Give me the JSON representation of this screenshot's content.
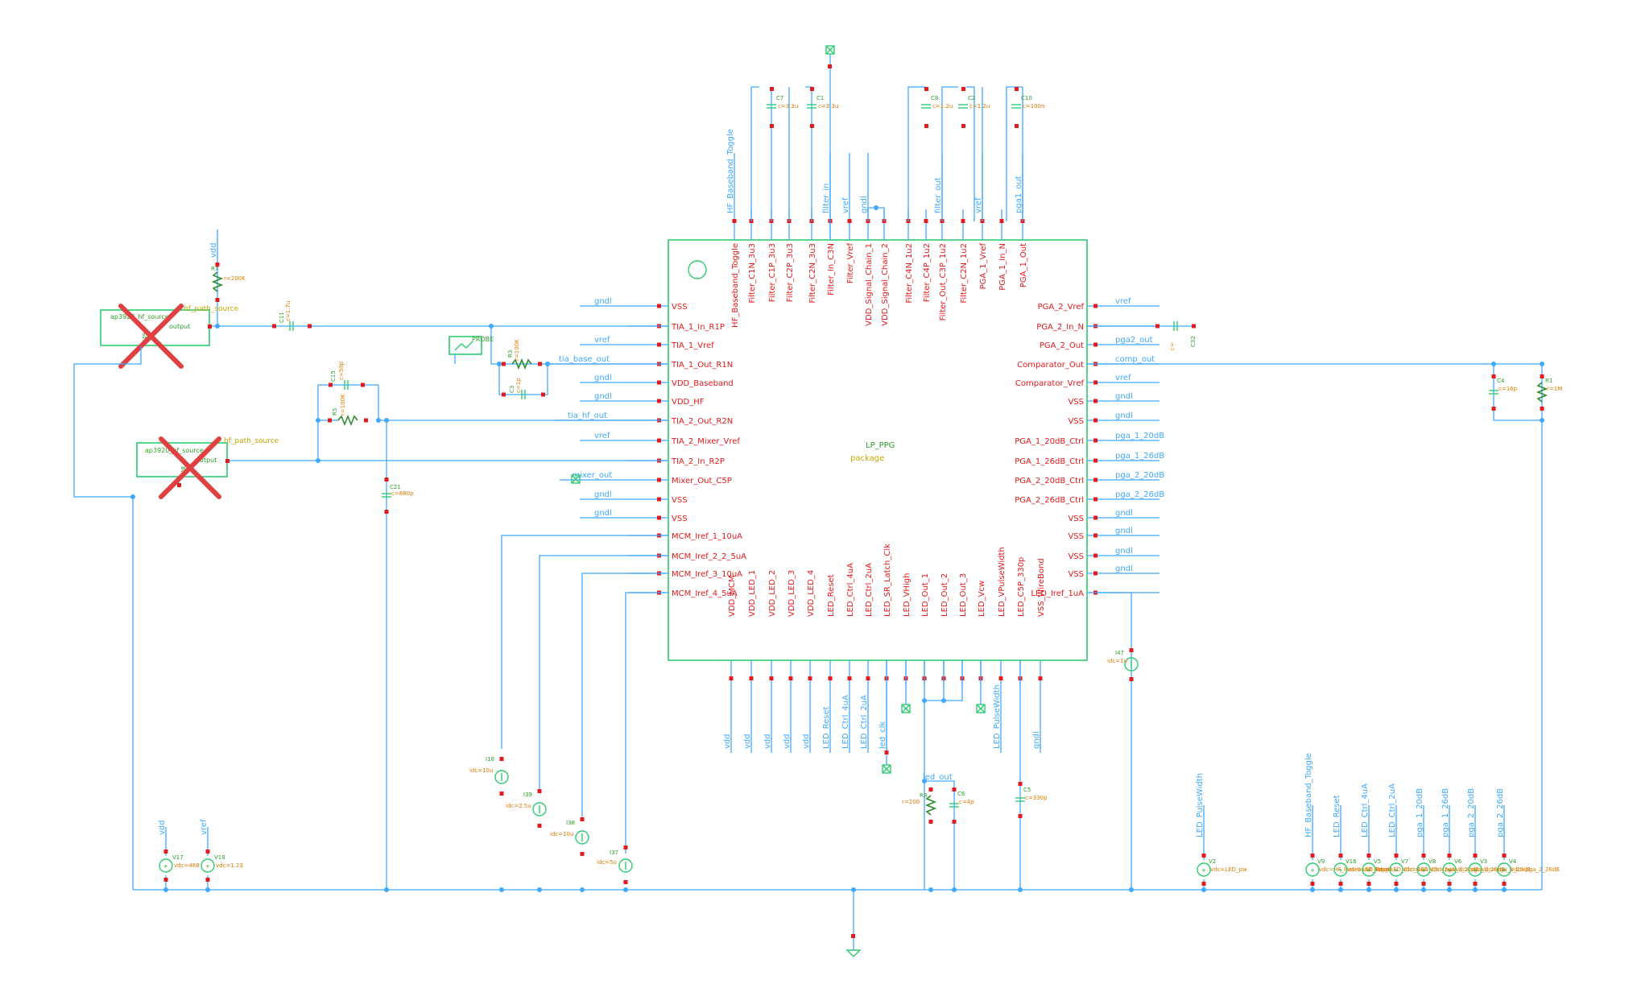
{
  "chip": {
    "name": "LP_PPG",
    "view": "package",
    "pins_left": [
      "VSS",
      "TIA_1_In_R1P",
      "TIA_1_Vref",
      "TIA_1_Out_R1N",
      "VDD_Baseband",
      "VDD_HF",
      "TIA_2_Out_R2N",
      "TIA_2_Mixer_Vref",
      "TIA_2_In_R2P",
      "Mixer_Out_C5P",
      "VSS",
      "VSS",
      "MCM_Iref_1_10uA",
      "MCM_Iref_2_2_5uA",
      "MCM_Iref_3_10uA",
      "MCM_Iref_4_5uA"
    ],
    "nets_left": [
      "gndl",
      "",
      "vref",
      "tia_base_out",
      "gndl",
      "gndl",
      "tia_hf_out",
      "vref",
      "",
      "mixer_out",
      "gndl",
      "gndl",
      "",
      "",
      "",
      ""
    ],
    "pins_right": [
      "PGA_2_Vref",
      "PGA_2_In_N",
      "PGA_2_Out",
      "Comparator_Out",
      "Comparator_Vref",
      "VSS",
      "VSS",
      "PGA_1_20dB_Ctrl",
      "PGA_1_26dB_Ctrl",
      "PGA_2_20dB_Ctrl",
      "PGA_2_26dB_Ctrl",
      "VSS",
      "VSS",
      "VSS",
      "VSS",
      "LED_Iref_1uA"
    ],
    "nets_right": [
      "vref",
      "",
      "pga2_out",
      "comp_out",
      "vref",
      "gndl",
      "gndl",
      "pga_1_20dB",
      "pga_1_26dB",
      "pga_2_20dB",
      "pga_2_26dB",
      "gndl",
      "gndl",
      "gndl",
      "gndl",
      ""
    ],
    "pins_top": [
      "HF_Baseband_Toggle",
      "Filter_C1N_3u3",
      "Filter_C1P_3u3",
      "Filter_C2P_3u3",
      "Filter_C2N_3u3",
      "Filter_In_C3N",
      "Filter_Vref",
      "VDD_Signal_Chain_1",
      "VDD_Signal_Chain_2",
      "Filter_C4N_1u2",
      "Filter_C4P_1u2",
      "Filter_Out_C3P_1u2",
      "Filter_C2N_1u2",
      "PGA_1_Vref",
      "PGA_1_In_N",
      "PGA_1_Out"
    ],
    "nets_top": [
      "HF_Baseband_Toggle",
      "",
      "",
      "",
      "",
      "filter_in",
      "vref",
      "gndl",
      "",
      "",
      "",
      "filter_out",
      "",
      "vref",
      "",
      "pga1_out"
    ],
    "pins_bottom": [
      "VDD_MCM",
      "VDD_LED_1",
      "VDD_LED_2",
      "VDD_LED_3",
      "VDD_LED_4",
      "LED_Reset",
      "LED_Ctrl_4uA",
      "LED_Ctrl_2uA",
      "LED_SR_Latch_Clk",
      "LED_VHigh",
      "LED_Out_1",
      "LED_Out_2",
      "LED_Out_3",
      "LED_Vcw",
      "LED_VPulseWidth",
      "LED_C5P_330p",
      "VSS_WireBond"
    ],
    "nets_bottom": [
      "vdd",
      "vdd",
      "vdd",
      "vdd",
      "vdd",
      "LED_Reset",
      "LED_Ctrl_4uA",
      "LED_Ctrl_2uA",
      "led_clk",
      "",
      "",
      "",
      "",
      "",
      "LED_PulseWidth",
      "",
      "gndl"
    ]
  },
  "top_caps": [
    {
      "name": "C7",
      "value": "c=3.3u"
    },
    {
      "name": "C1",
      "value": "c=3.3u"
    },
    {
      "name": "C8",
      "value": "c=1.2u"
    },
    {
      "name": "C2",
      "value": "c=1.2u"
    },
    {
      "name": "C10",
      "value": "c=100n"
    }
  ],
  "left_parts": {
    "r7": {
      "name": "R7",
      "value": "r=200K"
    },
    "c11": {
      "name": "C11",
      "value": "c=1.7u"
    },
    "r3": {
      "name": "R3",
      "value": "r=100K"
    },
    "c3": {
      "name": "C3",
      "value": "c=1p"
    },
    "c15": {
      "name": "C15",
      "value": "c=50p"
    },
    "r5": {
      "name": "R5",
      "value": "r=100K"
    },
    "c21": {
      "name": "C21",
      "value": "c=680p"
    },
    "probe": "PROBE",
    "vdd_net": "vdd"
  },
  "sources": [
    {
      "cell": "ap3920_hf_source",
      "port": "output",
      "net": "hf_path_source",
      "inst": "I49"
    },
    {
      "cell": "ap3920_hf_source",
      "port": "output",
      "net": "hf_path_source",
      "inst": "I48"
    }
  ],
  "right_parts": {
    "c4": {
      "name": "C4",
      "value": "c=16p"
    },
    "r1": {
      "name": "R1",
      "value": "r=1M"
    },
    "c32": {
      "name": "C32",
      "value": "c="
    }
  },
  "bottom_sources": [
    {
      "name": "V17",
      "value": "vdc=488",
      "net": "vdd"
    },
    {
      "name": "V18",
      "value": "vdc=1.23",
      "net": "vref"
    },
    {
      "name": "I18",
      "value": "idc=10u"
    },
    {
      "name": "I39",
      "value": "idc=2.5u"
    },
    {
      "name": "I38",
      "value": "idc=10u"
    },
    {
      "name": "I37",
      "value": "idc=5u"
    },
    {
      "name": "I47",
      "value": "idc=1u"
    }
  ],
  "led_parts": {
    "r8": {
      "name": "R8",
      "value": "r=200"
    },
    "c6": {
      "name": "C6",
      "value": "c=4p"
    },
    "c5": {
      "name": "C5",
      "value": "c=330p"
    },
    "led_out": "led_out"
  },
  "ctrl_sources": [
    {
      "name": "V2",
      "value": "vdc=LED_pw",
      "net": "LED_PulseWidth"
    },
    {
      "name": "V9",
      "value": "vdc=HF_Baseband_Toggle",
      "net": "HF_Baseband_Toggle"
    },
    {
      "name": "V16",
      "value": "vdc=LED_Reset",
      "net": "LED_Reset"
    },
    {
      "name": "V5",
      "value": "vdc=LED_Ctrl_4uA",
      "net": "LED_Ctrl_4uA"
    },
    {
      "name": "V7",
      "value": "vdc=LED_Ctrl_2uA",
      "net": "LED_Ctrl_2uA"
    },
    {
      "name": "V8",
      "value": "vdc=pga_1_20dB",
      "net": "pga_1_20dB"
    },
    {
      "name": "V6",
      "value": "vdc=pga_1_26dB",
      "net": "pga_1_26dB"
    },
    {
      "name": "V3",
      "value": "vdc=pga_2_20dB",
      "net": "pga_2_20dB"
    },
    {
      "name": "V4",
      "value": "vdc=pga_2_26dB",
      "net": "pga_2_26dB"
    }
  ]
}
